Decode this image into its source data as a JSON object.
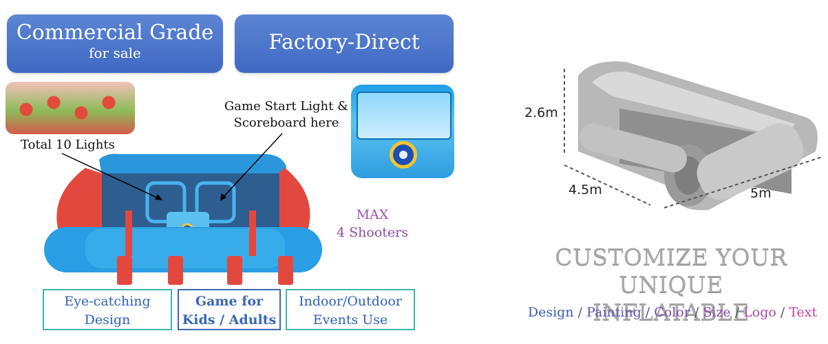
{
  "banners": {
    "commercial": {
      "main": "Commercial Grade",
      "sub": "for sale"
    },
    "factory": {
      "main": "Factory-Direct"
    }
  },
  "annotations": {
    "game_start": [
      "Game Start Light &",
      "Scoreboard here"
    ],
    "total_lights": "Total 10 Lights",
    "max": [
      "MAX",
      "4 Shooters"
    ]
  },
  "features": [
    {
      "line1": "Eye-catching",
      "line2": "Design"
    },
    {
      "line1": "Game for",
      "line2": "Kids / Adults"
    },
    {
      "line1": "Indoor/Outdoor",
      "line2": "Events Use"
    }
  ],
  "dimensions": {
    "height": "2.6m",
    "width": "4.5m",
    "length": "5m"
  },
  "customize": {
    "line1": "CUSTOMIZE YOUR UNIQUE",
    "line2": "INFLATABLE"
  },
  "tags": [
    "Design",
    "Painting",
    "Color",
    "Size",
    "Logo",
    "Text"
  ],
  "tag_separator": "/",
  "colors": {
    "banner_blue": "#4a74c9",
    "max_purple": "#a04fb0",
    "shooters_purple": "#8a4bb0",
    "feature_border": "#3bb6b0",
    "tag_blue": "#3b5bb5",
    "tag_purple": "#7a4bb0",
    "tag_pink": "#c2449a",
    "customize_gray": "#a9a9a9"
  }
}
